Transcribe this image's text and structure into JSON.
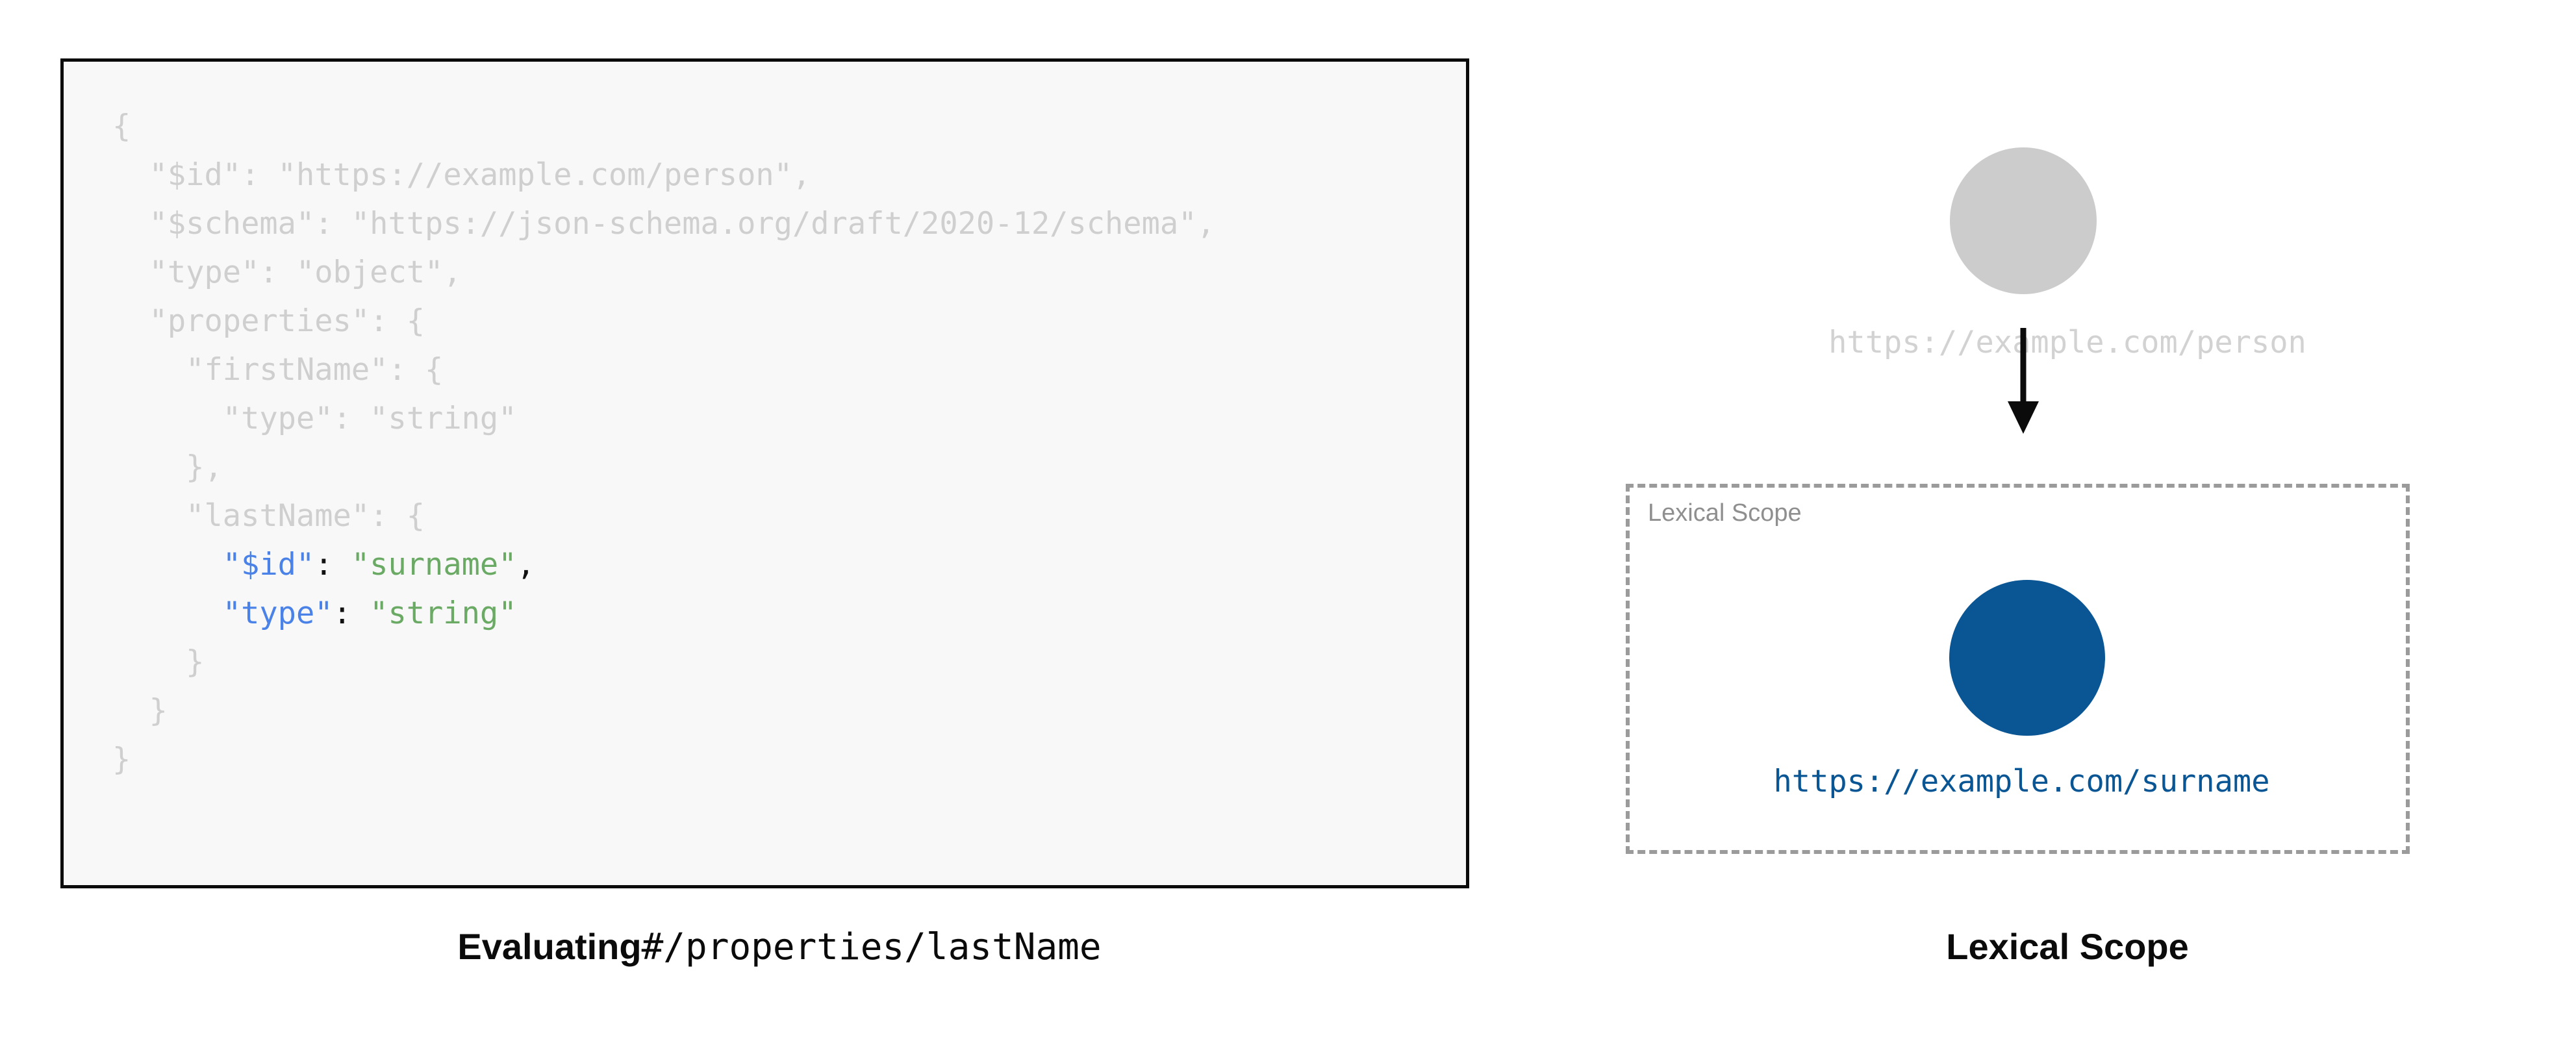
{
  "left": {
    "code_block": {
      "background_color": "#f8f8f8",
      "border_color": "#0b0b0b",
      "dim_color": "#cfcfcf",
      "key_color": "#4a82e8",
      "string_color": "#6aaa64",
      "punct_color": "#111111",
      "lines": [
        {
          "segments": [
            {
              "text": "{",
              "style": "dim"
            }
          ]
        },
        {
          "segments": [
            {
              "text": "  \"$id\": \"https://example.com/person\",",
              "style": "dim"
            }
          ]
        },
        {
          "segments": [
            {
              "text": "  \"$schema\": \"https://json-schema.org/draft/2020-12/schema\",",
              "style": "dim"
            }
          ]
        },
        {
          "segments": [
            {
              "text": "  \"type\": \"object\",",
              "style": "dim"
            }
          ]
        },
        {
          "segments": [
            {
              "text": "  \"properties\": {",
              "style": "dim"
            }
          ]
        },
        {
          "segments": [
            {
              "text": "    \"firstName\": {",
              "style": "dim"
            }
          ]
        },
        {
          "segments": [
            {
              "text": "      \"type\": \"string\"",
              "style": "dim"
            }
          ]
        },
        {
          "segments": [
            {
              "text": "    },",
              "style": "dim"
            }
          ]
        },
        {
          "segments": [
            {
              "text": "    \"lastName\": {",
              "style": "dim"
            }
          ]
        },
        {
          "segments": [
            {
              "text": "      ",
              "style": "punct"
            },
            {
              "text": "\"$id\"",
              "style": "key"
            },
            {
              "text": ": ",
              "style": "punct"
            },
            {
              "text": "\"surname\"",
              "style": "str"
            },
            {
              "text": ",",
              "style": "punct"
            }
          ]
        },
        {
          "segments": [
            {
              "text": "      ",
              "style": "punct"
            },
            {
              "text": "\"type\"",
              "style": "key"
            },
            {
              "text": ": ",
              "style": "punct"
            },
            {
              "text": "\"string\"",
              "style": "str"
            }
          ]
        },
        {
          "segments": [
            {
              "text": "    }",
              "style": "dim"
            }
          ]
        },
        {
          "segments": [
            {
              "text": "  }",
              "style": "dim"
            }
          ]
        },
        {
          "segments": [
            {
              "text": "}",
              "style": "dim"
            }
          ]
        }
      ]
    },
    "caption": {
      "bold_part": "Evaluating",
      "mono_part": "#/properties/lastName"
    }
  },
  "right": {
    "outer_node": {
      "label": "https://example.com/person",
      "circle_color": "#cccccc",
      "label_color": "#d2d2d2"
    },
    "arrow": {
      "name": "downward-arrow",
      "color": "#0b0b0b"
    },
    "lexical_scope_box": {
      "tag_label": "Lexical Scope",
      "tag_color": "#8f8f8f",
      "border_color": "#9b9b9b"
    },
    "inner_node": {
      "label": "https://example.com/surname",
      "circle_color": "#0a5694",
      "label_color": "#0a5694"
    },
    "caption": "Lexical Scope"
  }
}
